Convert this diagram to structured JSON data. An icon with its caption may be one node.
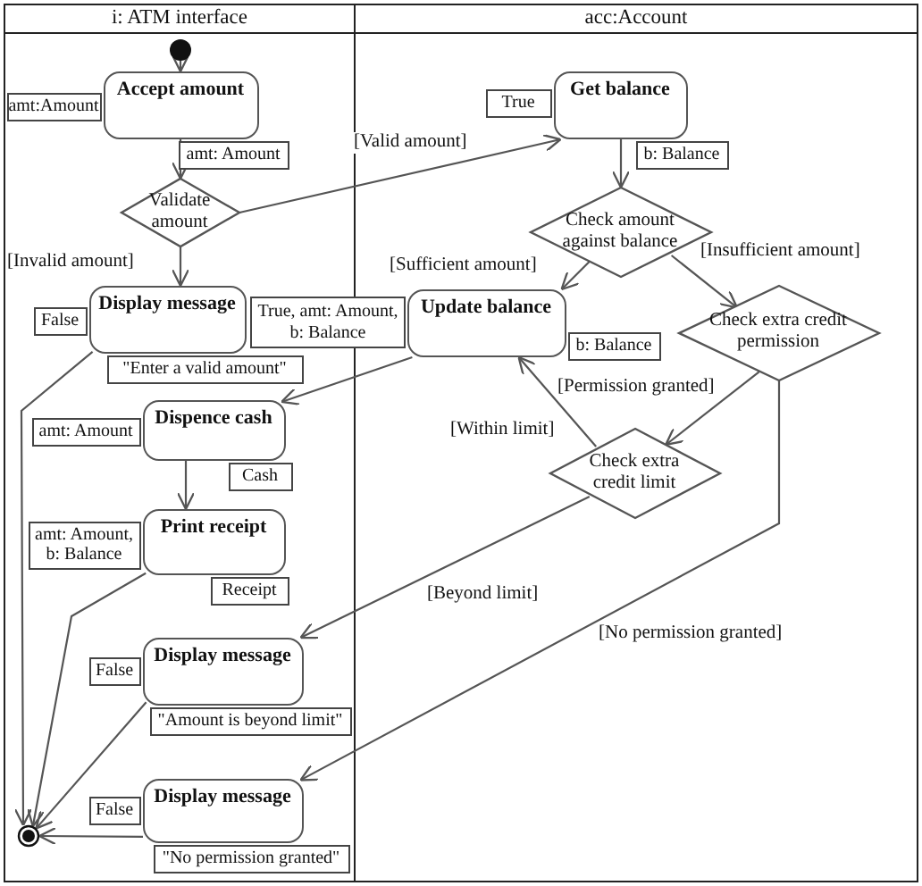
{
  "diagram": {
    "nodes": [
      {
        "text": [
          "i: ATM interface"
        ]
      },
      {
        "text": [
          "acc:Account"
        ]
      },
      {
        "text": [],
        "shape": "circle",
        "in": 0
      },
      {
        "text": [
          "Accept amount"
        ],
        "in": 0
      },
      {
        "text": [
          "amt:Amount"
        ],
        "in": 0
      },
      {
        "text": [
          "amt: Amount"
        ],
        "in": 0
      },
      {
        "text": [
          "Validate amount"
        ],
        "in": 0
      },
      {
        "text": [
          "Display message"
        ],
        "in": 0
      },
      {
        "text": [
          "False"
        ],
        "in": 0
      },
      {
        "text": [
          "\"Enter a valid amount\""
        ],
        "in": 0
      },
      {
        "text": [
          "Dispence cash"
        ],
        "in": 0
      },
      {
        "text": [
          "amt: Amount"
        ],
        "in": 0
      },
      {
        "text": [
          "Cash"
        ],
        "in": 0
      },
      {
        "text": [
          "Print receipt"
        ],
        "in": 0
      },
      {
        "text": [
          "amt: Amount, b: Balance"
        ],
        "in": 0
      },
      {
        "text": [
          "Receipt"
        ],
        "in": 0
      },
      {
        "text": [
          "Display message"
        ],
        "in": 0
      },
      {
        "text": [
          "False"
        ],
        "in": 0
      },
      {
        "text": [
          "\"Amount is beyond limit\""
        ],
        "in": 0
      },
      {
        "text": [
          "Display message"
        ],
        "in": 0
      },
      {
        "text": [
          "False"
        ],
        "in": 0
      },
      {
        "text": [
          "\"No permission granted\""
        ],
        "in": 0
      },
      {
        "text": [],
        "shape": "circle",
        "in": 0
      },
      {
        "text": [
          "Get balance"
        ],
        "in": 1
      },
      {
        "text": [
          "True"
        ],
        "in": 1
      },
      {
        "text": [
          "b: Balance"
        ],
        "in": 1
      },
      {
        "text": [
          "Check amount against balance"
        ],
        "in": 1
      },
      {
        "text": [
          "Update balance"
        ],
        "in": 1
      },
      {
        "text": [
          "True, amt: Amount, b: Balance"
        ]
      },
      {
        "text": [
          "b: Balance"
        ],
        "in": 1
      },
      {
        "text": [
          "Check extra credit permission"
        ],
        "in": 1
      },
      {
        "text": [
          "Check extra credit limit"
        ],
        "in": 1
      }
    ],
    "edges": [
      {
        "from": 2,
        "to": 3,
        "arrow": "to"
      },
      {
        "from": 3,
        "to": 6,
        "arrow": "to"
      },
      {
        "from": 6,
        "to": 23,
        "arrow": "to",
        "label": "[Valid amount]"
      },
      {
        "from": 6,
        "to": 7,
        "arrow": "to",
        "label": "[Invalid amount]"
      },
      {
        "from": 23,
        "to": 26,
        "arrow": "to"
      },
      {
        "from": 26,
        "to": 27,
        "arrow": "to",
        "label": "[Sufficient amount]"
      },
      {
        "from": 26,
        "to": 30,
        "arrow": "to",
        "label": "[Insufficient amount]"
      },
      {
        "from": 27,
        "to": 10,
        "arrow": "to"
      },
      {
        "from": 30,
        "to": 31,
        "arrow": "to",
        "label": "[Permission granted]"
      },
      {
        "from": 31,
        "to": 27,
        "arrow": "to",
        "label": "[Within limit]"
      },
      {
        "from": 10,
        "to": 13,
        "arrow": "to"
      },
      {
        "from": 31,
        "to": 16,
        "arrow": "to",
        "label": "[Beyond limit]"
      },
      {
        "from": 30,
        "to": 19,
        "arrow": "to",
        "label": "[No permission granted]"
      },
      {
        "from": 7,
        "to": 22,
        "arrow": "to"
      },
      {
        "from": 13,
        "to": 22,
        "arrow": "to"
      },
      {
        "from": 16,
        "to": 22,
        "arrow": "to"
      },
      {
        "from": 19,
        "to": 22,
        "arrow": "to"
      }
    ]
  }
}
